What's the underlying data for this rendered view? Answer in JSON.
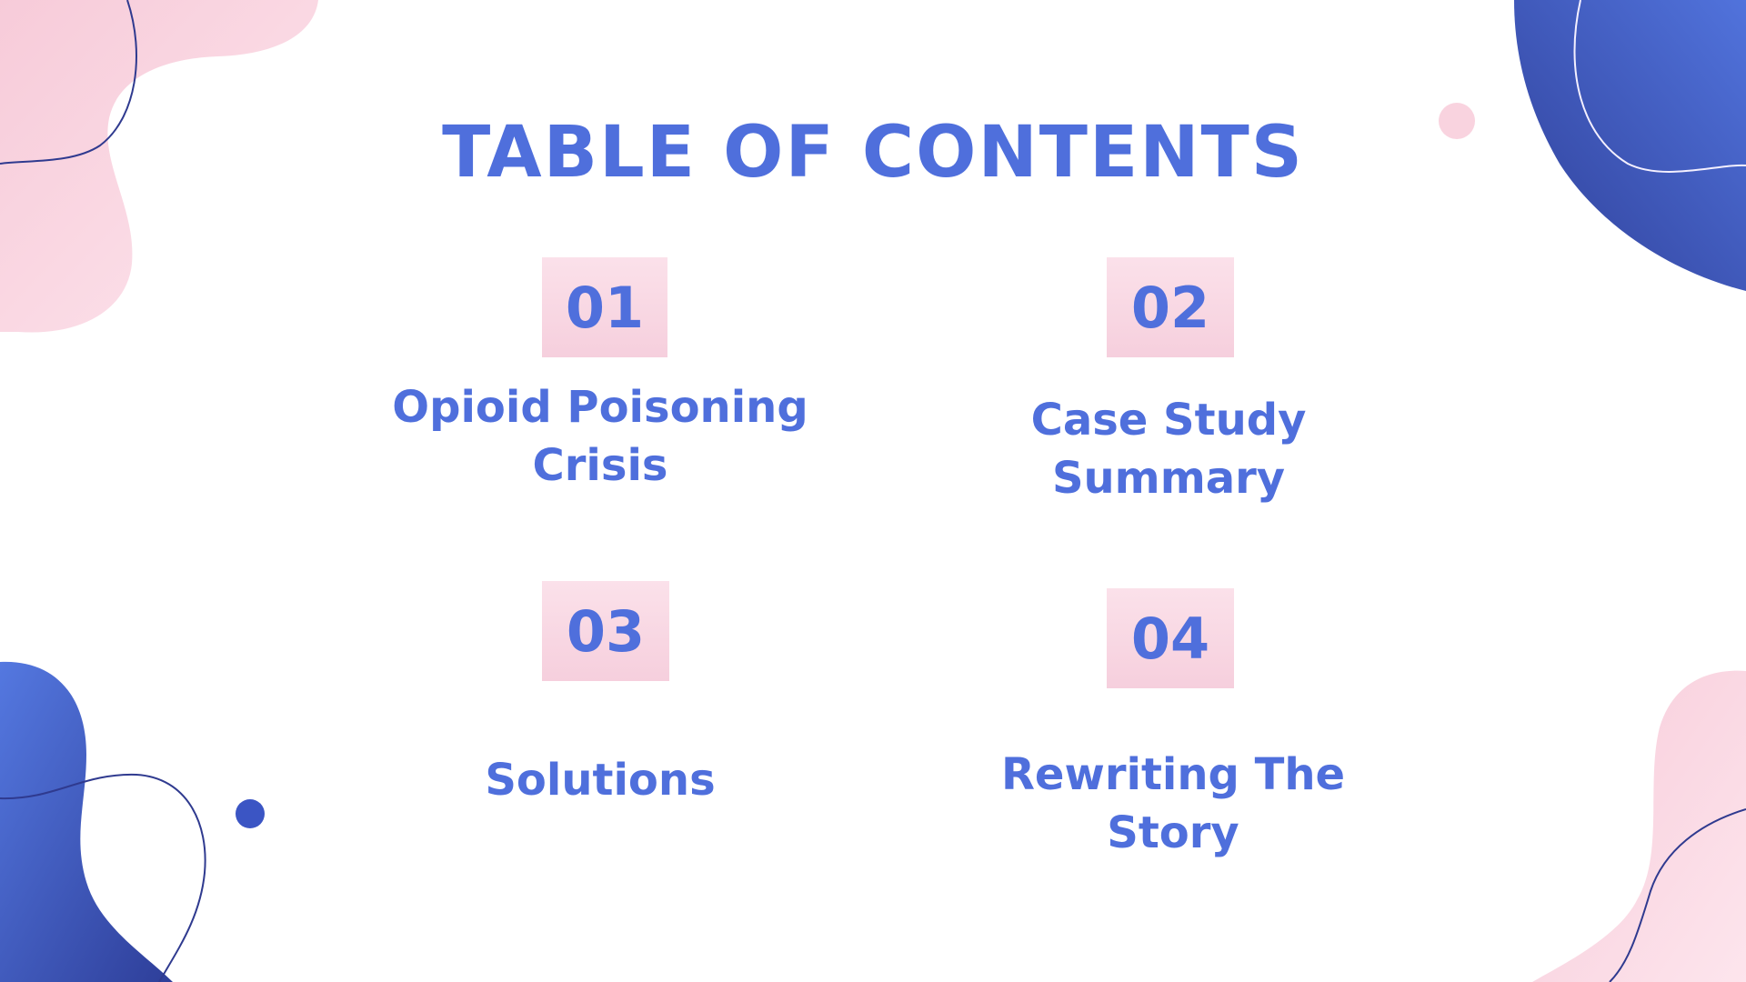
{
  "title": "TABLE OF CONTENTS",
  "items": [
    {
      "number": "01",
      "label": "Opioid Poisoning Crisis"
    },
    {
      "number": "02",
      "label": "Case Study Summary"
    },
    {
      "number": "03",
      "label": "Solutions"
    },
    {
      "number": "04",
      "label": "Rewriting The Story"
    }
  ],
  "colors": {
    "accent": "#4f6fdc",
    "dark_blue": "#3a4fae",
    "pink": "#f8d3df",
    "pink_light": "#fde4ec",
    "background": "#ffffff"
  }
}
